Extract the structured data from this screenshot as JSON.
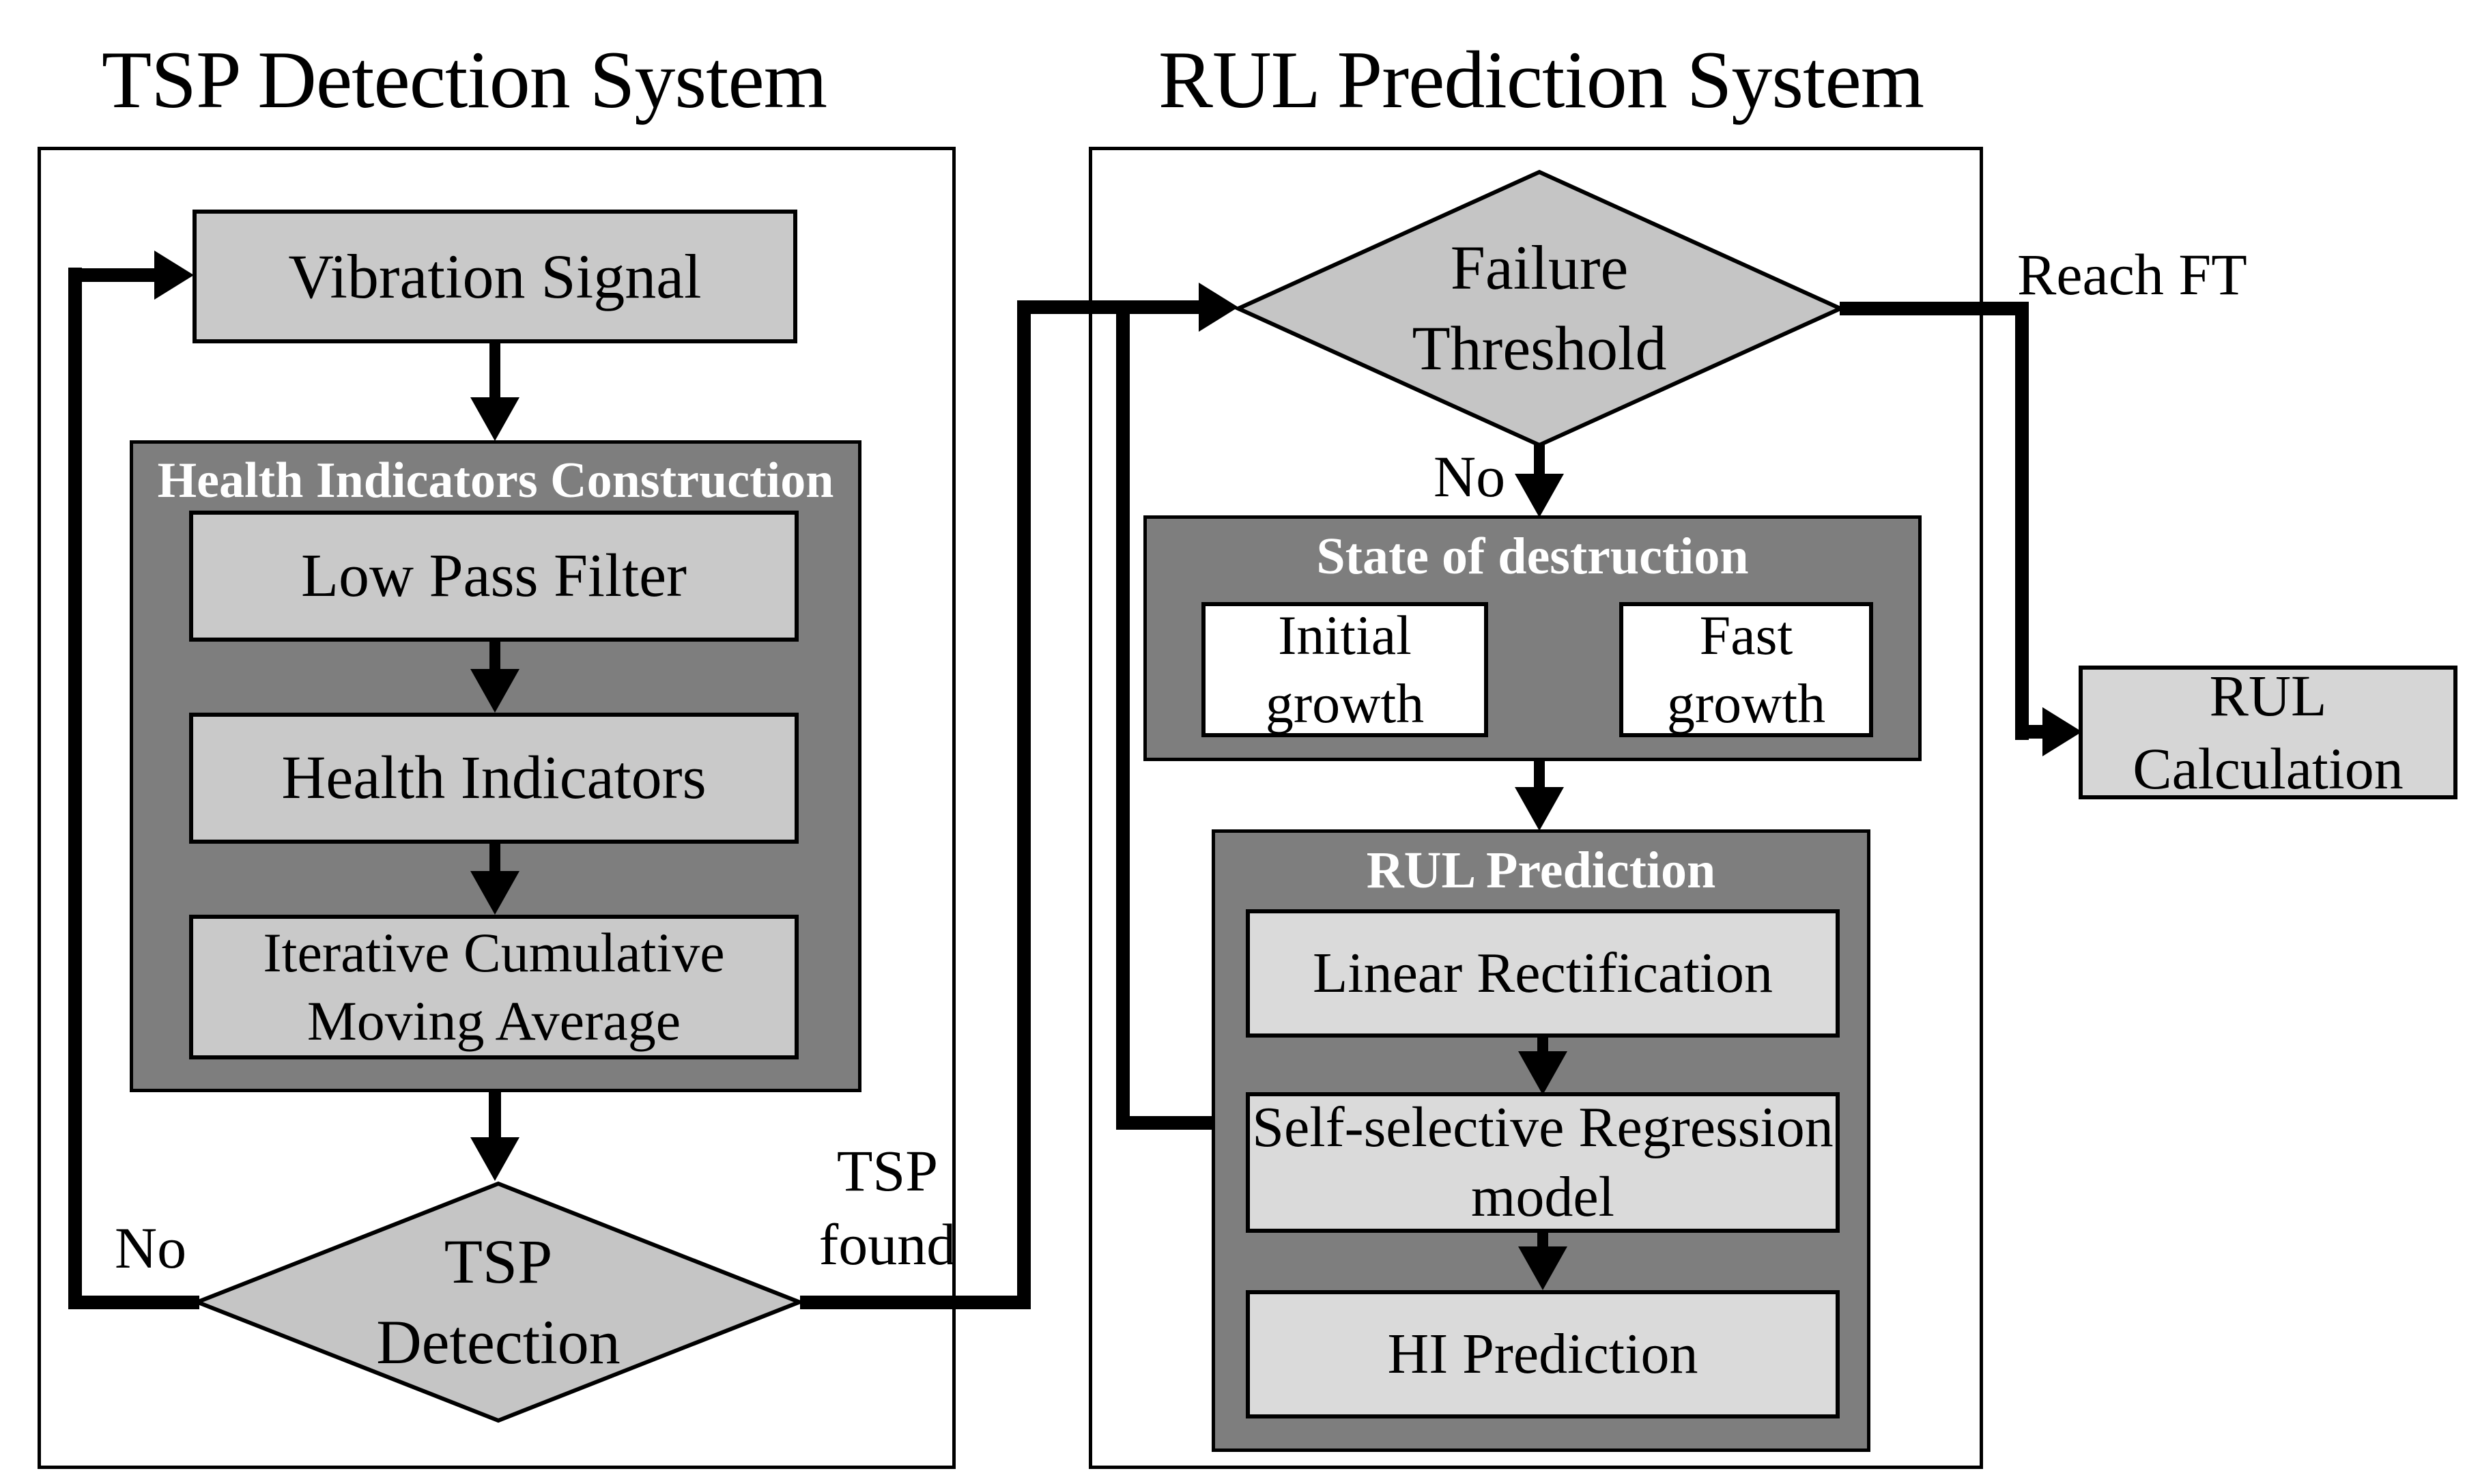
{
  "colors": {
    "box_fill": "#c9c9c9",
    "container_fill": "#7e7e7e",
    "diamond_fill": "#c5c5c5",
    "inner_box_fill": "#dadada",
    "calc_box_fill": "#d6d6d6",
    "white_box_fill": "#ffffff",
    "line_color": "#000000",
    "heading_text": "#ffffff"
  },
  "left_system": {
    "title": "TSP Detection System",
    "vibration_signal": "Vibration Signal",
    "hic_container": {
      "heading": "Health Indicators Construction",
      "low_pass_filter": "Low Pass Filter",
      "health_indicators": "Health Indicators",
      "iterative_cma": {
        "line1": "Iterative Cumulative",
        "line2": "Moving Average"
      }
    },
    "tsp_detection": {
      "line1": "TSP",
      "line2": "Detection"
    },
    "no_label": "No",
    "tsp_found": {
      "line1": "TSP",
      "line2": "found"
    }
  },
  "right_system": {
    "title": "RUL Prediction System",
    "failure_threshold": {
      "line1": "Failure",
      "line2": "Threshold"
    },
    "no_label": "No",
    "reach_ft_label": "Reach FT",
    "state_of_destruction": {
      "heading": "State of destruction",
      "initial_growth": {
        "line1": "Initial",
        "line2": "growth"
      },
      "fast_growth": {
        "line1": "Fast",
        "line2": "growth"
      }
    },
    "rul_prediction": {
      "heading": "RUL Prediction",
      "linear_rectification": "Linear Rectification",
      "self_selective_regression": {
        "line1": "Self-selective Regression",
        "line2": "model"
      },
      "hi_prediction": "HI Prediction"
    }
  },
  "rul_calculation": {
    "line1": "RUL",
    "line2": "Calculation"
  }
}
